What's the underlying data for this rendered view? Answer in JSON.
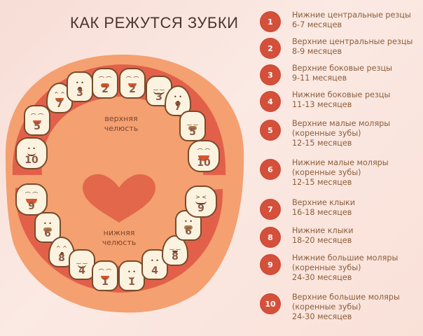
{
  "title": "КАК РЕЖУТСЯ ЗУБКИ",
  "colors": {
    "accent_badge": "#d4503a",
    "gum": "#e2604a",
    "mouth_outer": "#f4a070",
    "tongue": "#f8b184",
    "heart": "#e2674b",
    "tooth": "#fbf3df",
    "legend_text": "#8b5e3c",
    "title_text": "#4a3530"
  },
  "diagram": {
    "upper_jaw_label_1": "верхняя",
    "upper_jaw_label_2": "челюсть",
    "lower_jaw_label_1": "нижняя",
    "lower_jaw_label_2": "челюсть",
    "heart_icon": "heart",
    "upper_teeth": [
      "10",
      "5",
      "7",
      "3",
      "2",
      "2",
      "3",
      "7",
      "5",
      "10"
    ],
    "lower_teeth": [
      "9",
      "6",
      "8",
      "4",
      "1",
      "1",
      "4",
      "8",
      "6",
      "9"
    ]
  },
  "legend": [
    {
      "num": "1",
      "line1": "Нижние центральные резцы",
      "line2": "6-7 месяцев"
    },
    {
      "num": "2",
      "line1": "Верхние центральные резцы",
      "line2": "8-9 месяцев"
    },
    {
      "num": "3",
      "line1": "Верхние боковые резцы",
      "line2": "9-11 месяцев"
    },
    {
      "num": "4",
      "line1": "Нижние боковые резцы",
      "line2": "11-13 месяцев"
    },
    {
      "num": "5",
      "line1": "Верхние малые моляры",
      "line2": "(коренные зубы)",
      "line3": "12-15 месяцев"
    },
    {
      "num": "6",
      "line1": "Нижние малые моляры",
      "line2": "(коренные зубы)",
      "line3": "12-15 месяцев"
    },
    {
      "num": "7",
      "line1": "Верхние клыки",
      "line2": "16-18 месяцев"
    },
    {
      "num": "8",
      "line1": "Нижние клыки",
      "line2": "18-20 месяцев"
    },
    {
      "num": "9",
      "line1": "Нижние большие моляры",
      "line2": "(коренные зубы)",
      "line3": "24-30 месяцев"
    },
    {
      "num": "10",
      "line1": "Верхние большие моляры",
      "line2": "(коренные зубы)",
      "line3": "24-30 месяцев"
    }
  ]
}
